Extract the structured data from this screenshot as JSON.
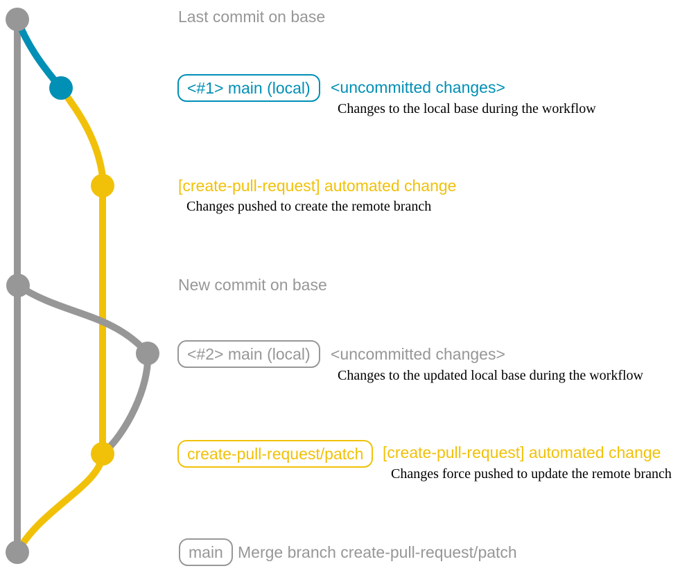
{
  "palette": {
    "gray": "#979797",
    "blue": "#008fb5",
    "yellow": "#f1c109",
    "note_text": "#000000",
    "background": "#ffffff"
  },
  "graph": {
    "type": "git-graph",
    "branches": [
      {
        "name": "base (main)",
        "color": "#979797"
      },
      {
        "name": "main (local) #1",
        "color": "#008fb5"
      },
      {
        "name": "create-pull-request/patch",
        "color": "#f1c109"
      },
      {
        "name": "main (local) #2",
        "color": "#979797"
      }
    ]
  },
  "labels": {
    "last_commit": {
      "message": "Last commit on base"
    },
    "commit_1": {
      "branch_badge": "<#1> main (local)",
      "message": "<uncommitted changes>",
      "note": "Changes to the local base during the workflow"
    },
    "commit_2": {
      "message": "[create-pull-request] automated change",
      "note": "Changes pushed to create the remote branch"
    },
    "new_commit": {
      "message": "New commit on base"
    },
    "commit_3": {
      "branch_badge": "<#2> main (local)",
      "message": "<uncommitted changes>",
      "note": "Changes to the updated local base during the workflow"
    },
    "commit_4": {
      "branch_badge": "create-pull-request/patch",
      "message": "[create-pull-request] automated change",
      "note": "Changes force pushed to update the remote branch"
    },
    "merge_commit": {
      "branch_badge": "main",
      "message": "Merge branch create-pull-request/patch"
    }
  }
}
